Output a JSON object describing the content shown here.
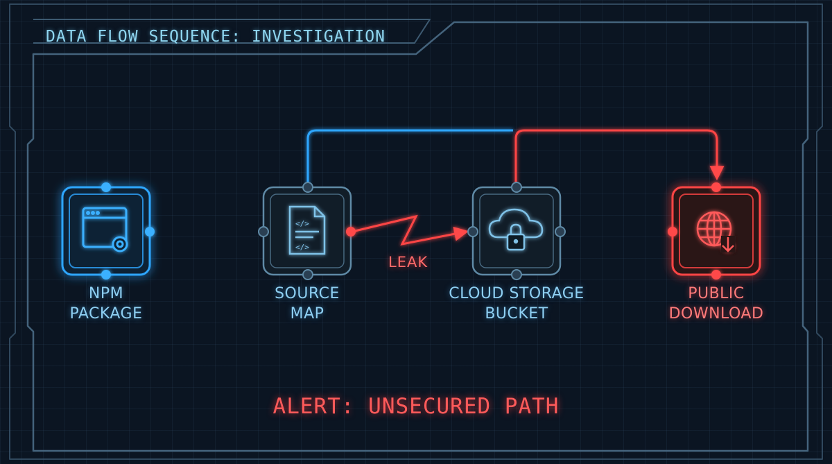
{
  "header": {
    "title": "DATA FLOW SEQUENCE: INVESTIGATION"
  },
  "nodes": [
    {
      "id": "npm",
      "label": "NPM\nPACKAGE",
      "icon": "browser-gear-icon",
      "color": "#2fa6ff"
    },
    {
      "id": "sourcemap",
      "label": "SOURCE\nMAP",
      "icon": "code-file-icon",
      "color": "#6aa7c8"
    },
    {
      "id": "bucket",
      "label": "CLOUD STORAGE\nBUCKET",
      "icon": "cloud-lock-icon",
      "color": "#6aa7c8"
    },
    {
      "id": "public",
      "label": "PUBLIC\nDOWNLOAD",
      "icon": "globe-download-icon",
      "color": "#ff4545"
    }
  ],
  "edges": {
    "leak_label": "LEAK"
  },
  "footer": {
    "alert": "ALERT: UNSECURED PATH"
  },
  "colors": {
    "blue": "#2fa6ff",
    "red": "#ff4545",
    "frame": "#4a6c86",
    "background": "#0b1522"
  }
}
